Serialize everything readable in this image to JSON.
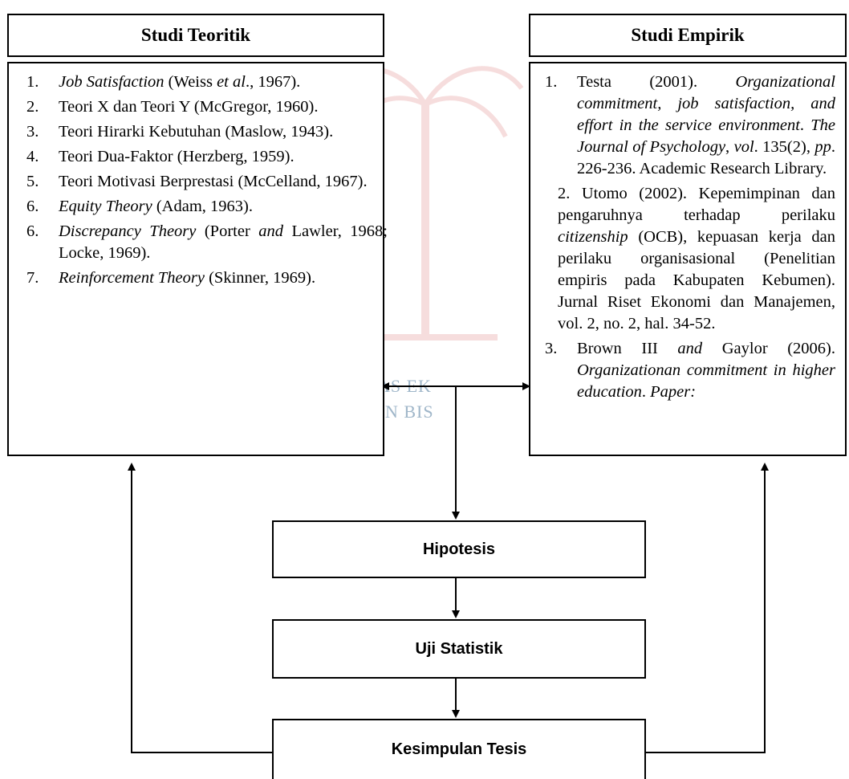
{
  "left": {
    "title": "Studi Teoritik",
    "items": [
      {
        "num": "1.",
        "parts": [
          {
            "t": "Job Satisfaction",
            "i": true
          },
          {
            "t": " (Weiss "
          },
          {
            "t": "et al",
            "i": true
          },
          {
            "t": "., 1967)."
          }
        ]
      },
      {
        "num": "2.",
        "parts": [
          {
            "t": "Teori X dan Teori Y (McGregor, 1960)."
          }
        ]
      },
      {
        "num": "3.",
        "parts": [
          {
            "t": "Teori Hirarki Kebutuhan (Maslow, 1943)."
          }
        ]
      },
      {
        "num": "4.",
        "parts": [
          {
            "t": "Teori Dua-Faktor (Herzberg, 1959)."
          }
        ]
      },
      {
        "num": "5.",
        "parts": [
          {
            "t": "Teori Motivasi Berprestasi (McCelland, 1967)."
          }
        ]
      },
      {
        "num": "6.",
        "parts": [
          {
            "t": "Equity Theory",
            "i": true
          },
          {
            "t": " (Adam, 1963)."
          }
        ]
      },
      {
        "num": "6.",
        "parts": [
          {
            "t": "Discrepancy Theory",
            "i": true
          },
          {
            "t": " (Porter "
          },
          {
            "t": "and",
            "i": true
          },
          {
            "t": " Lawler, 1968; Locke, 1969)."
          }
        ]
      },
      {
        "num": "7.",
        "parts": [
          {
            "t": "Reinforcement Theory",
            "i": true
          },
          {
            "t": " (Skinner, 1969)."
          }
        ]
      }
    ]
  },
  "right": {
    "title": "Studi Empirik",
    "items": [
      {
        "num": "1.",
        "parts": [
          {
            "t": "Testa (2001). "
          },
          {
            "t": "Organizational commitment, job satisfaction, and effort in the service environment",
            "i": true
          },
          {
            "t": ". "
          },
          {
            "t": "The Journal of Psychology",
            "i": true
          },
          {
            "t": ", "
          },
          {
            "t": "vol",
            "i": true
          },
          {
            "t": ". 135(2), "
          },
          {
            "t": "pp",
            "i": true
          },
          {
            "t": ". 226-236. Academic Research Library."
          }
        ]
      },
      {
        "num": "2.",
        "tight": true,
        "parts": [
          {
            "t": "Utomo (2002). Kepemimpinan dan pengaruhnya terhadap perilaku "
          },
          {
            "t": "citizenship",
            "i": true
          },
          {
            "t": " (OCB), kepuasan kerja dan perilaku organisasional (Penelitian empiris pada Kabupaten Kebumen). Jurnal Riset Ekonomi dan Manajemen, vol. 2, no. 2, hal. 34-52."
          }
        ]
      },
      {
        "num": "3.",
        "parts": [
          {
            "t": "Brown III "
          },
          {
            "t": "and",
            "i": true
          },
          {
            "t": " Gaylor (2006). "
          },
          {
            "t": "Organizationan commitment in higher education",
            "i": true
          },
          {
            "t": ". "
          },
          {
            "t": "Paper:",
            "i": true
          }
        ]
      }
    ]
  },
  "flow": {
    "hipotesis": "Hipotesis",
    "uji": "Uji Statistik",
    "kesimpulan": "Kesimpulan Tesis"
  },
  "watermark": {
    "line1": "AS EK",
    "line2": "N BIS"
  },
  "colors": {
    "line": "#000000",
    "watermark": "#9fb6c9"
  }
}
